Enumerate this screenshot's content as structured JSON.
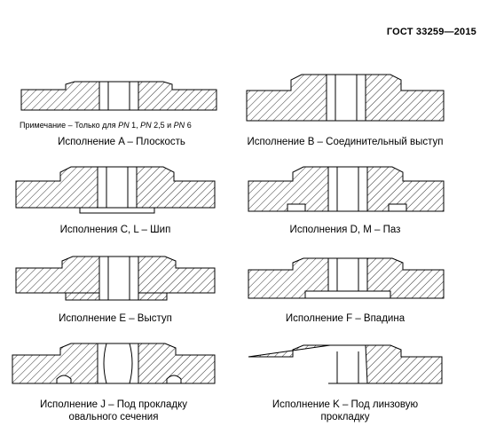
{
  "header": {
    "standard": "ГОСТ 33259—2015"
  },
  "note": {
    "prefix": "Примечание – Только для ",
    "pn": "PN",
    "v1": " 1, ",
    "v2": " 2,5 и ",
    "v3": " 6"
  },
  "captions": {
    "a": "Исполнение A – Плоскость",
    "b": "Исполнение B – Соединительный выступ",
    "c": "Исполнения C, L – Шип",
    "d": "Исполнения D, M – Паз",
    "e": "Исполнение E – Выступ",
    "f": "Исполнение F – Впадина",
    "j_line1": "Исполнение J – Под прокладку",
    "j_line2": "овального сечения",
    "k_line1": "Исполнение K – Под линзовую",
    "k_line2": "прокладку"
  }
}
